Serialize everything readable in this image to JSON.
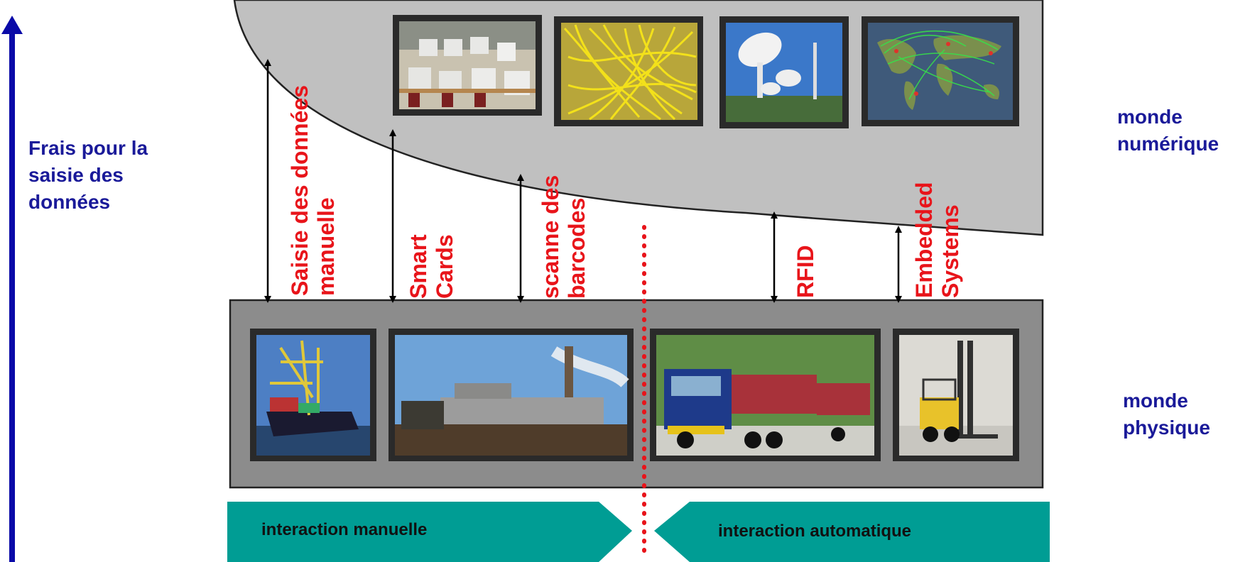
{
  "y_axis_label": [
    "Frais pour la",
    "saisie des",
    "données"
  ],
  "digital_world_label": [
    "monde",
    "numérique"
  ],
  "physical_world_label": [
    "monde",
    "physique"
  ],
  "techniques": [
    {
      "lines": [
        "Saisie des données",
        "manuelle"
      ]
    },
    {
      "lines": [
        "Smart",
        "Cards"
      ]
    },
    {
      "lines": [
        "scanne des",
        "barcodes"
      ]
    },
    {
      "lines": [
        "RFID"
      ]
    },
    {
      "lines": [
        "Embedded",
        "Systems"
      ]
    }
  ],
  "interaction_manual": "interaction manuelle",
  "interaction_automatic": "interaction automatique",
  "digital_photos": [
    "computer-lab-photo",
    "network-cables-photo",
    "satellite-dish-photo",
    "world-network-map-photo"
  ],
  "physical_photos": [
    "port-crane-ship-photo",
    "industrial-plant-photo",
    "recycling-truck-photo",
    "forklift-photo"
  ],
  "colors": {
    "text_blue": "#1a1a99",
    "label_red": "#e8141a",
    "band_teal": "#009d94",
    "digital_gray": "#c0c0c0",
    "physical_gray": "#8c8c8c",
    "arrow_blue": "#0a0aa8"
  }
}
